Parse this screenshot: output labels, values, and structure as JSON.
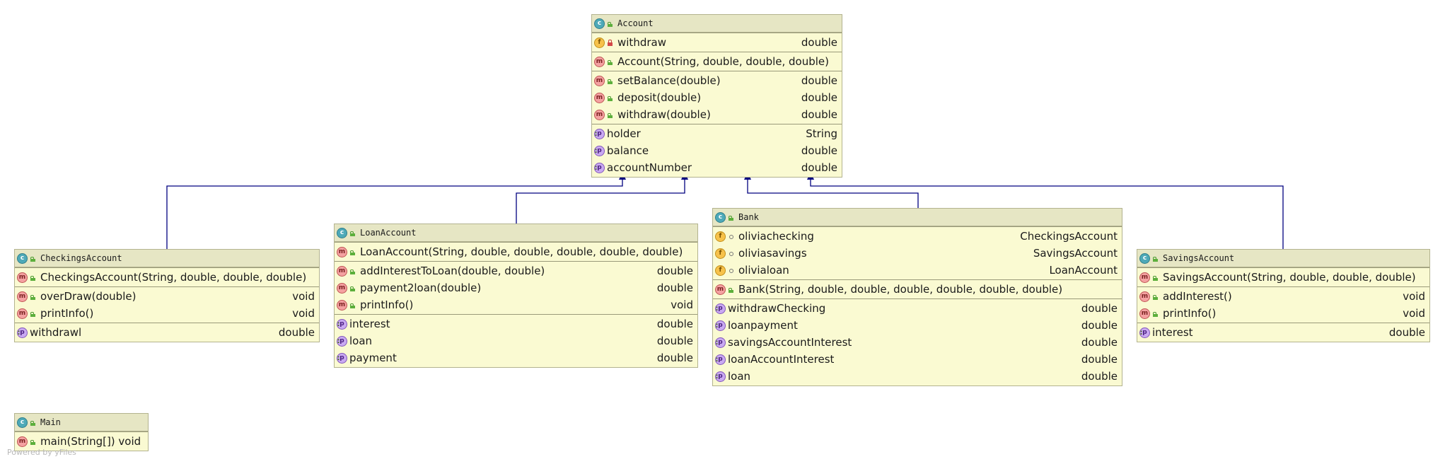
{
  "colors": {
    "class_fill": "#fafad2",
    "header_fill": "#e6e6c4",
    "border": "#b3b38f",
    "edge": "#000080"
  },
  "classes": {
    "account": {
      "name": "Account",
      "sections": [
        [
          {
            "kind": "f",
            "vis": "private",
            "name": "withdraw",
            "type": "double"
          }
        ],
        [
          {
            "kind": "m",
            "vis": "public",
            "name": "Account(String, double, double, double)",
            "type": ""
          }
        ],
        [
          {
            "kind": "m",
            "vis": "public",
            "name": "setBalance(double)",
            "type": "double"
          },
          {
            "kind": "m",
            "vis": "public",
            "name": "deposit(double)",
            "type": "double"
          },
          {
            "kind": "m",
            "vis": "public",
            "name": "withdraw(double)",
            "type": "double"
          }
        ],
        [
          {
            "kind": "p",
            "vis": "",
            "name": "holder",
            "type": "String"
          },
          {
            "kind": "p",
            "vis": "",
            "name": "balance",
            "type": "double"
          },
          {
            "kind": "p",
            "vis": "",
            "name": "accountNumber",
            "type": "double"
          }
        ]
      ]
    },
    "checkings": {
      "name": "CheckingsAccount",
      "sections": [
        [
          {
            "kind": "m",
            "vis": "public",
            "name": "CheckingsAccount(String, double, double, double)",
            "type": ""
          }
        ],
        [
          {
            "kind": "m",
            "vis": "public",
            "name": "overDraw(double)",
            "type": "void"
          },
          {
            "kind": "m",
            "vis": "public",
            "name": "printInfo()",
            "type": "void"
          }
        ],
        [
          {
            "kind": "p",
            "vis": "",
            "name": "withdrawl",
            "type": "double"
          }
        ]
      ]
    },
    "loan": {
      "name": "LoanAccount",
      "sections": [
        [
          {
            "kind": "m",
            "vis": "public",
            "name": "LoanAccount(String, double, double, double, double, double)",
            "type": ""
          }
        ],
        [
          {
            "kind": "m",
            "vis": "public",
            "name": "addInterestToLoan(double, double)",
            "type": "double"
          },
          {
            "kind": "m",
            "vis": "public",
            "name": "payment2loan(double)",
            "type": "double"
          },
          {
            "kind": "m",
            "vis": "public",
            "name": "printInfo()",
            "type": "void"
          }
        ],
        [
          {
            "kind": "p",
            "vis": "",
            "name": "interest",
            "type": "double"
          },
          {
            "kind": "p",
            "vis": "",
            "name": "loan",
            "type": "double"
          },
          {
            "kind": "p",
            "vis": "",
            "name": "payment",
            "type": "double"
          }
        ]
      ]
    },
    "bank": {
      "name": "Bank",
      "sections": [
        [
          {
            "kind": "f",
            "vis": "package",
            "name": "oliviachecking",
            "type": "CheckingsAccount"
          },
          {
            "kind": "f",
            "vis": "package",
            "name": "oliviasavings",
            "type": "SavingsAccount"
          },
          {
            "kind": "f",
            "vis": "package",
            "name": "olivialoan",
            "type": "LoanAccount"
          }
        ],
        [
          {
            "kind": "m",
            "vis": "public",
            "name": "Bank(String, double, double, double, double, double, double)",
            "type": ""
          }
        ],
        [
          {
            "kind": "p",
            "vis": "",
            "name": "withdrawChecking",
            "type": "double"
          },
          {
            "kind": "p",
            "vis": "",
            "name": "loanpayment",
            "type": "double"
          },
          {
            "kind": "p",
            "vis": "",
            "name": "savingsAccountInterest",
            "type": "double"
          },
          {
            "kind": "p",
            "vis": "",
            "name": "loanAccountInterest",
            "type": "double"
          },
          {
            "kind": "p",
            "vis": "",
            "name": "loan",
            "type": "double"
          }
        ]
      ]
    },
    "savings": {
      "name": "SavingsAccount",
      "sections": [
        [
          {
            "kind": "m",
            "vis": "public",
            "name": "SavingsAccount(String, double, double, double)",
            "type": ""
          }
        ],
        [
          {
            "kind": "m",
            "vis": "public",
            "name": "addInterest()",
            "type": "void"
          },
          {
            "kind": "m",
            "vis": "public",
            "name": "printInfo()",
            "type": "void"
          }
        ],
        [
          {
            "kind": "p",
            "vis": "",
            "name": "interest",
            "type": "double"
          }
        ]
      ]
    },
    "main": {
      "name": "Main",
      "sections": [
        [
          {
            "kind": "m",
            "vis": "public",
            "name": "main(String[]) void",
            "type": ""
          }
        ]
      ]
    }
  },
  "footer": {
    "text": "Powered by yFiles"
  }
}
